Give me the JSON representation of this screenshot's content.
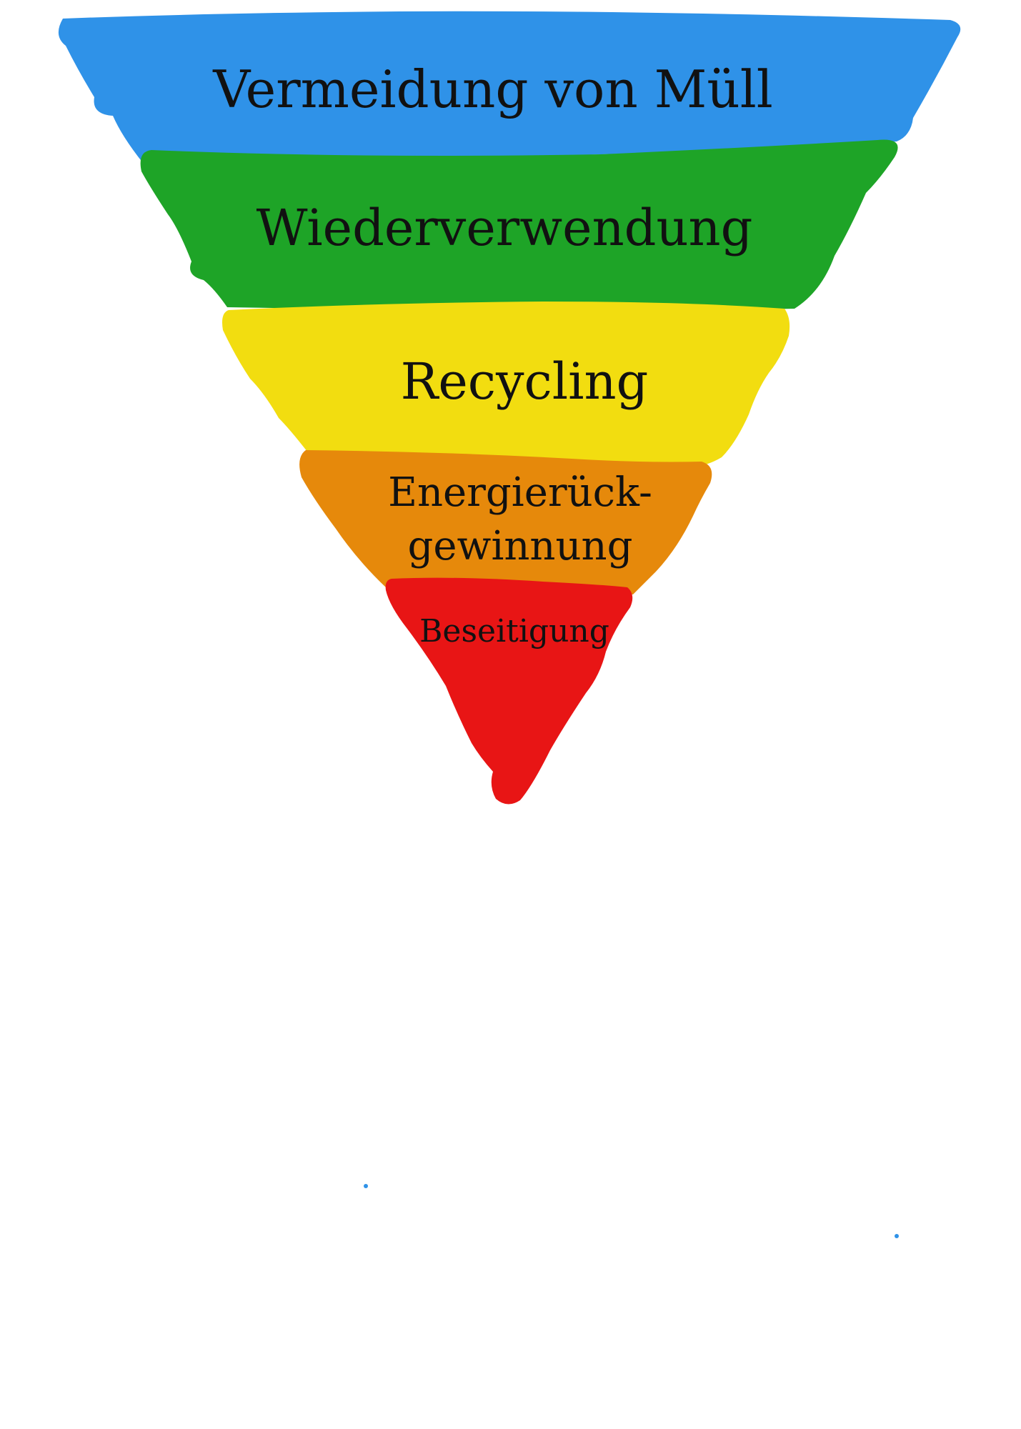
{
  "diagram": {
    "type": "inverted-pyramid",
    "tiers": [
      {
        "label": "Vermeidung von Müll",
        "color": "#2f92e8"
      },
      {
        "label": "Wiederverwendung",
        "color": "#1ea427"
      },
      {
        "label": "Recycling",
        "color": "#f2dd10"
      },
      {
        "label": "Energierück-",
        "label_line2": "gewinnung",
        "color": "#e6890b"
      },
      {
        "label": "Beseitigung",
        "color": "#e81515"
      }
    ],
    "stray_dot_color": "#2f92e8"
  }
}
